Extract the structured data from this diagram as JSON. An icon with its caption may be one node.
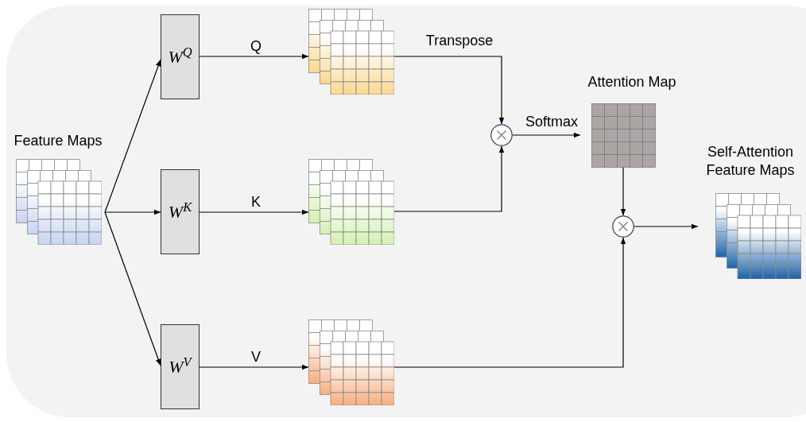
{
  "diagram": {
    "nodes": [
      {
        "text": [
          "Feature Maps"
        ]
      },
      {
        "text": [
          "W$^{Q}$"
        ]
      },
      {
        "text": [
          "W$^{K}$"
        ]
      },
      {
        "text": [
          "W$^{V}$"
        ]
      },
      {
        "text": [],
        "shape": "grid"
      },
      {
        "text": [],
        "shape": "grid"
      },
      {
        "text": [],
        "shape": "grid"
      },
      {
        "text": [],
        "shape": "circle"
      },
      {
        "text": [
          "Attention Map"
        ]
      },
      {
        "text": [],
        "shape": "circle"
      },
      {
        "text": [
          "Self-Attention Feature Maps"
        ]
      }
    ],
    "edges": [
      {
        "from": 0,
        "to": 1,
        "arrow": "to"
      },
      {
        "from": 0,
        "to": 2,
        "arrow": "to"
      },
      {
        "from": 0,
        "to": 3,
        "arrow": "to"
      },
      {
        "from": 1,
        "to": 4,
        "arrow": "to",
        "label": "Q"
      },
      {
        "from": 2,
        "to": 5,
        "arrow": "to",
        "label": "K"
      },
      {
        "from": 3,
        "to": 6,
        "arrow": "to",
        "label": "V"
      },
      {
        "from": 4,
        "to": 7,
        "arrow": "to",
        "label": "Transpose"
      },
      {
        "from": 5,
        "to": 7,
        "arrow": "to"
      },
      {
        "from": 7,
        "to": 8,
        "arrow": "to",
        "label": "Softmax"
      },
      {
        "from": 8,
        "to": 9,
        "arrow": "to"
      },
      {
        "from": 6,
        "to": 9,
        "arrow": "to"
      },
      {
        "from": 9,
        "to": 10,
        "arrow": "to"
      }
    ]
  }
}
